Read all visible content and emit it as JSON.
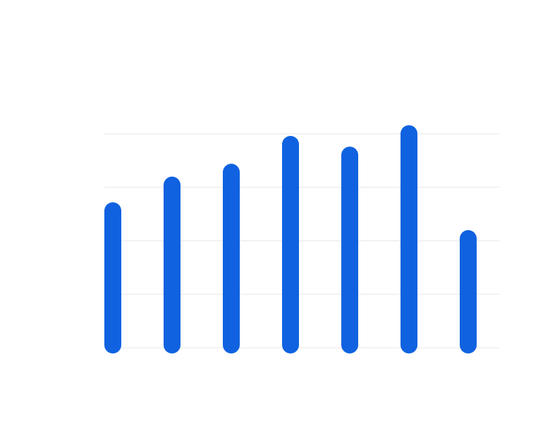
{
  "chart_data": {
    "type": "bar",
    "title": "",
    "xlabel": "",
    "ylabel": "",
    "categories": [
      "",
      "",
      "",
      "",
      "",
      "",
      ""
    ],
    "values": [
      68,
      80,
      86,
      99,
      94,
      104,
      55
    ],
    "ylim": [
      0,
      110
    ],
    "grid": true,
    "legend": "none",
    "colors": {
      "bar": "#1062E0",
      "grid": "#EEEEEE",
      "background": "#FFFFFF"
    }
  }
}
